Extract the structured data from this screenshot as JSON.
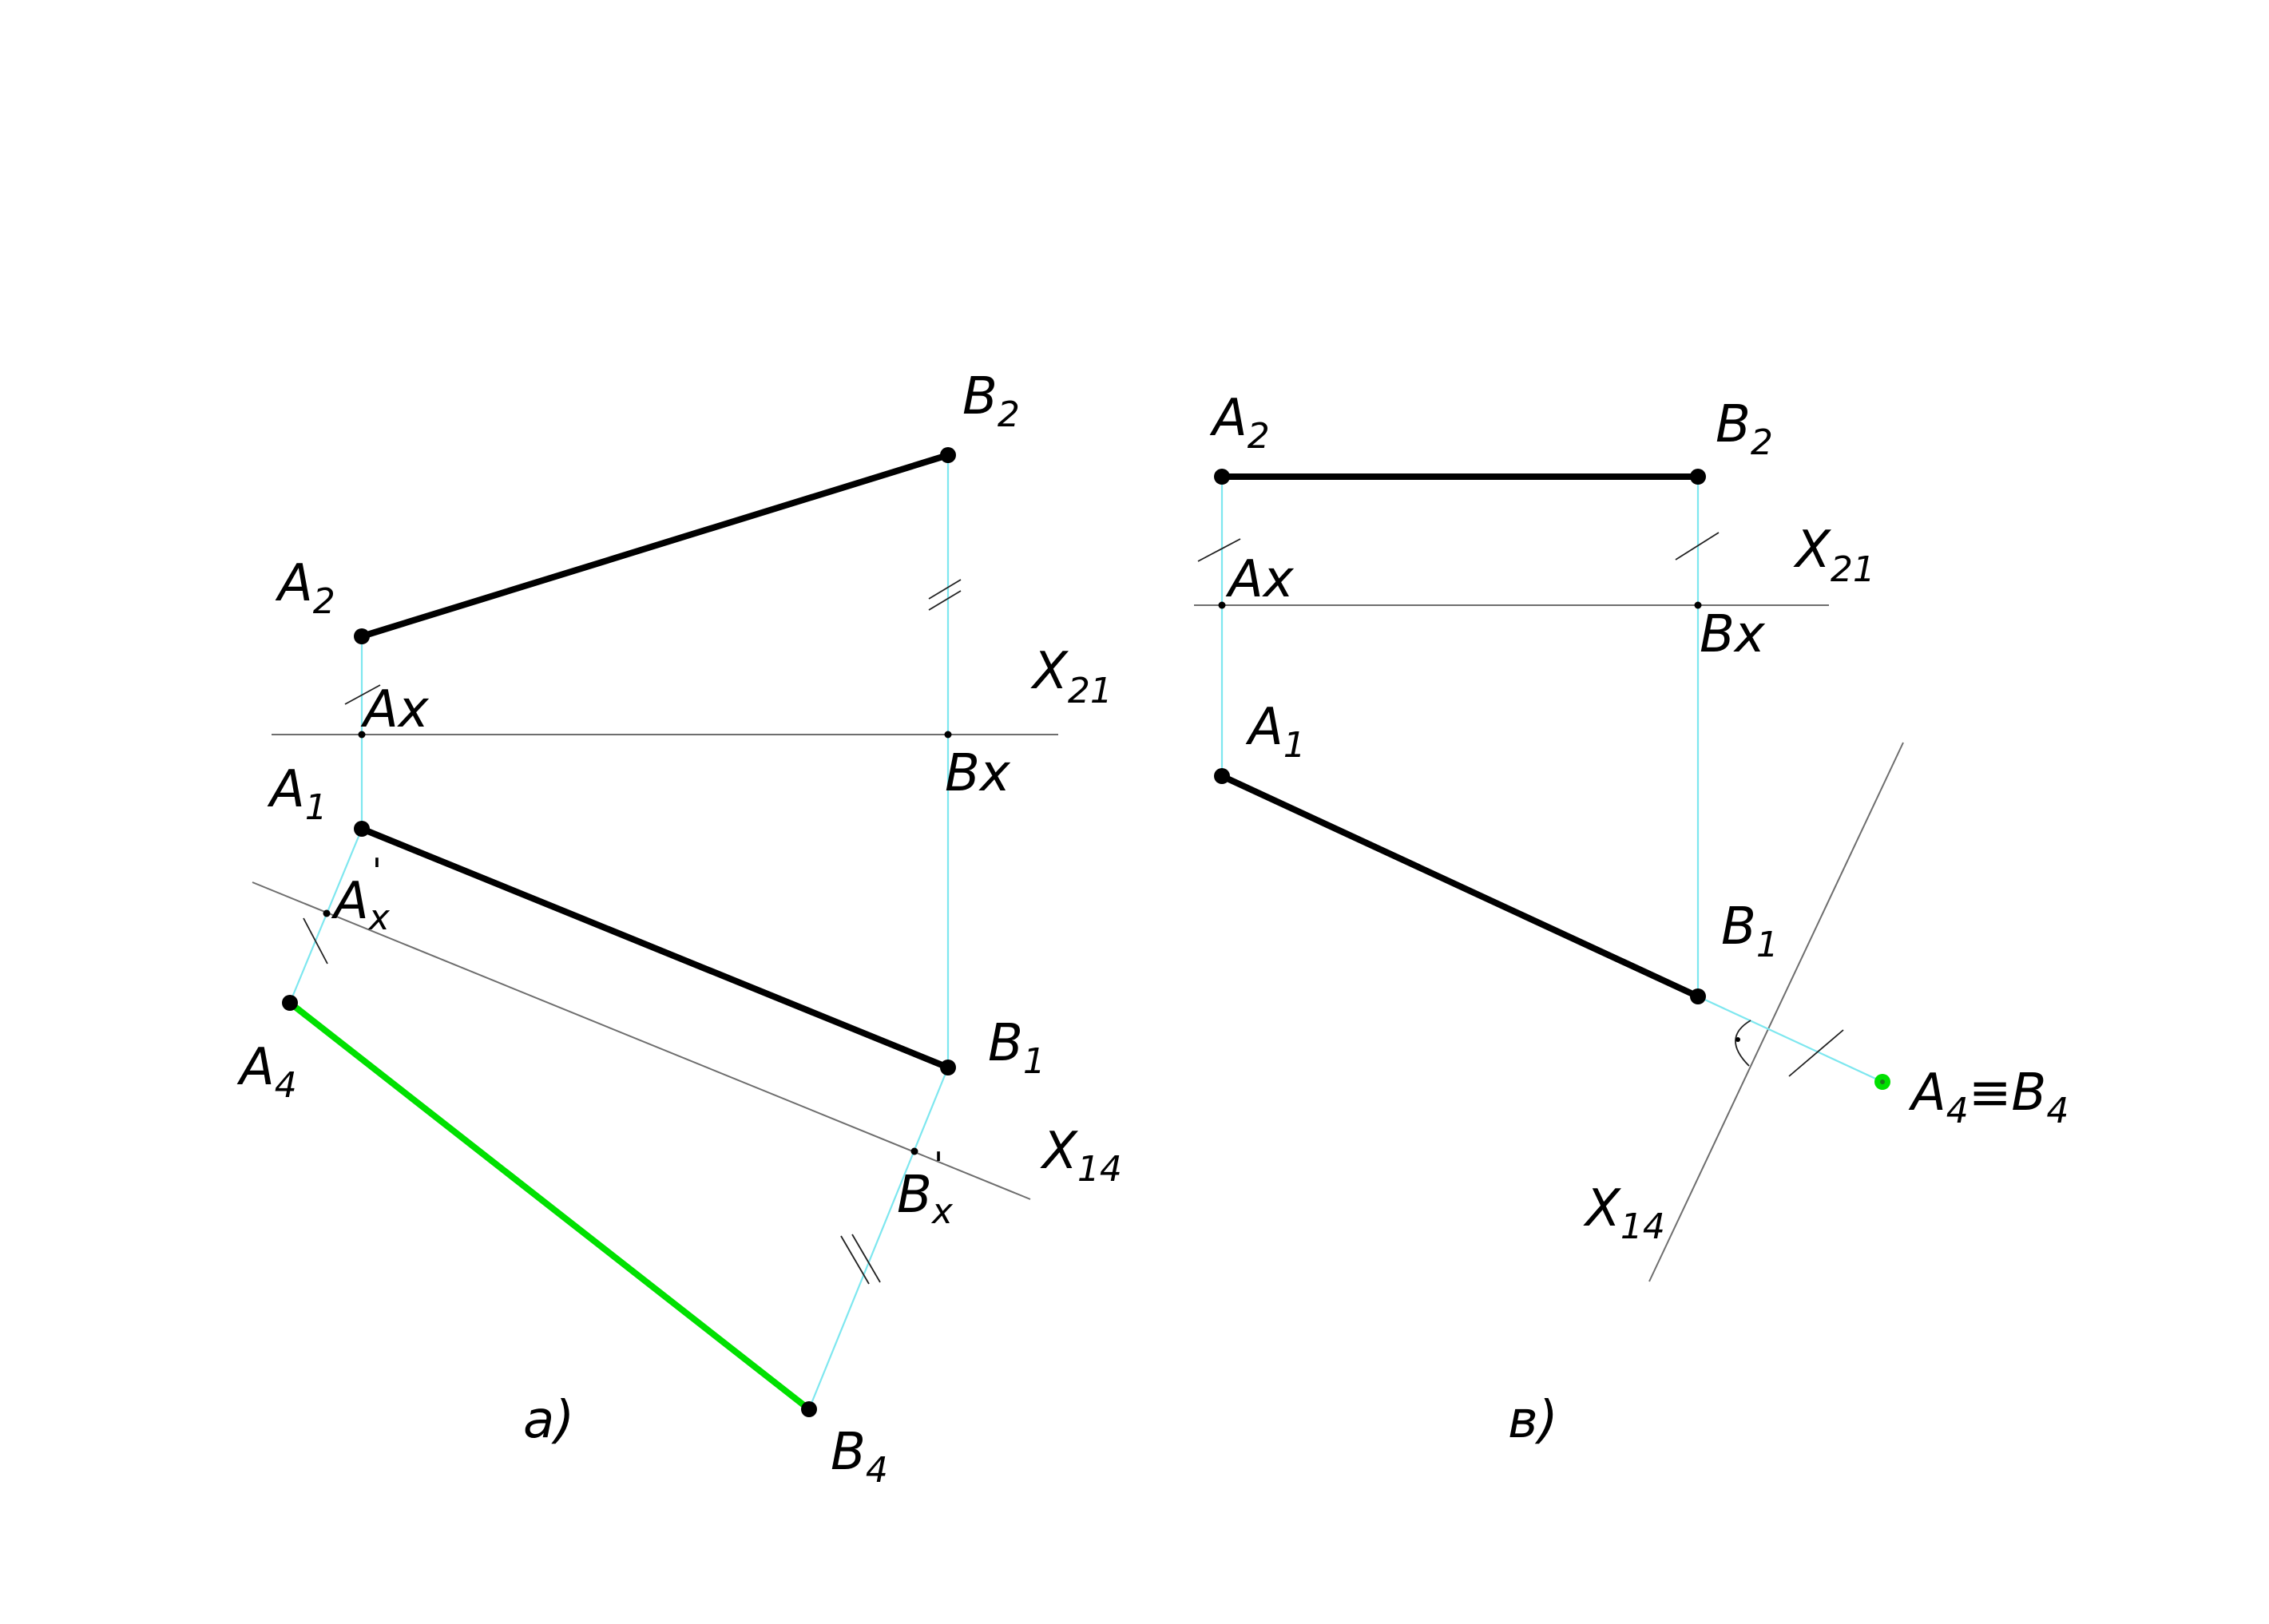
{
  "colors": {
    "background": "#ffffff",
    "segment": "#000000",
    "true_length": "#00e000",
    "projection_link": "#7ee7ef",
    "axis": "#6e6e6e"
  },
  "figure_a": {
    "caption": "a)",
    "labels": {
      "a2": {
        "letter": "A",
        "sub": "2"
      },
      "b2": {
        "letter": "B",
        "sub": "2"
      },
      "ax": {
        "letter": "A",
        "sub": "x"
      },
      "bx": {
        "letter": "B",
        "sub": "x"
      },
      "x21": {
        "letter": "X",
        "sub": "21"
      },
      "a1": {
        "letter": "A",
        "sub": "1"
      },
      "b1": {
        "letter": "B",
        "sub": "1"
      },
      "ax_prime": {
        "letter": "A",
        "sub": "x",
        "mark": "'"
      },
      "bx_prime": {
        "letter": "B",
        "sub": "x",
        "mark": "'"
      },
      "x14": {
        "letter": "X",
        "sub": "14"
      },
      "a4": {
        "letter": "A",
        "sub": "4"
      },
      "b4": {
        "letter": "B",
        "sub": "4"
      }
    }
  },
  "figure_b": {
    "caption": "в)",
    "labels": {
      "a2": {
        "letter": "A",
        "sub": "2"
      },
      "b2": {
        "letter": "B",
        "sub": "2"
      },
      "x21": {
        "letter": "X",
        "sub": "21"
      },
      "ax": {
        "letter": "A",
        "sub": "x"
      },
      "bx": {
        "letter": "B",
        "sub": "x"
      },
      "a1": {
        "letter": "A",
        "sub": "1"
      },
      "b1": {
        "letter": "B",
        "sub": "1"
      },
      "a4b4": {
        "letter": "A",
        "sub": "4",
        "middle": "≡B",
        "sub2": "4"
      },
      "x14": {
        "letter": "X",
        "sub": "14"
      }
    }
  }
}
